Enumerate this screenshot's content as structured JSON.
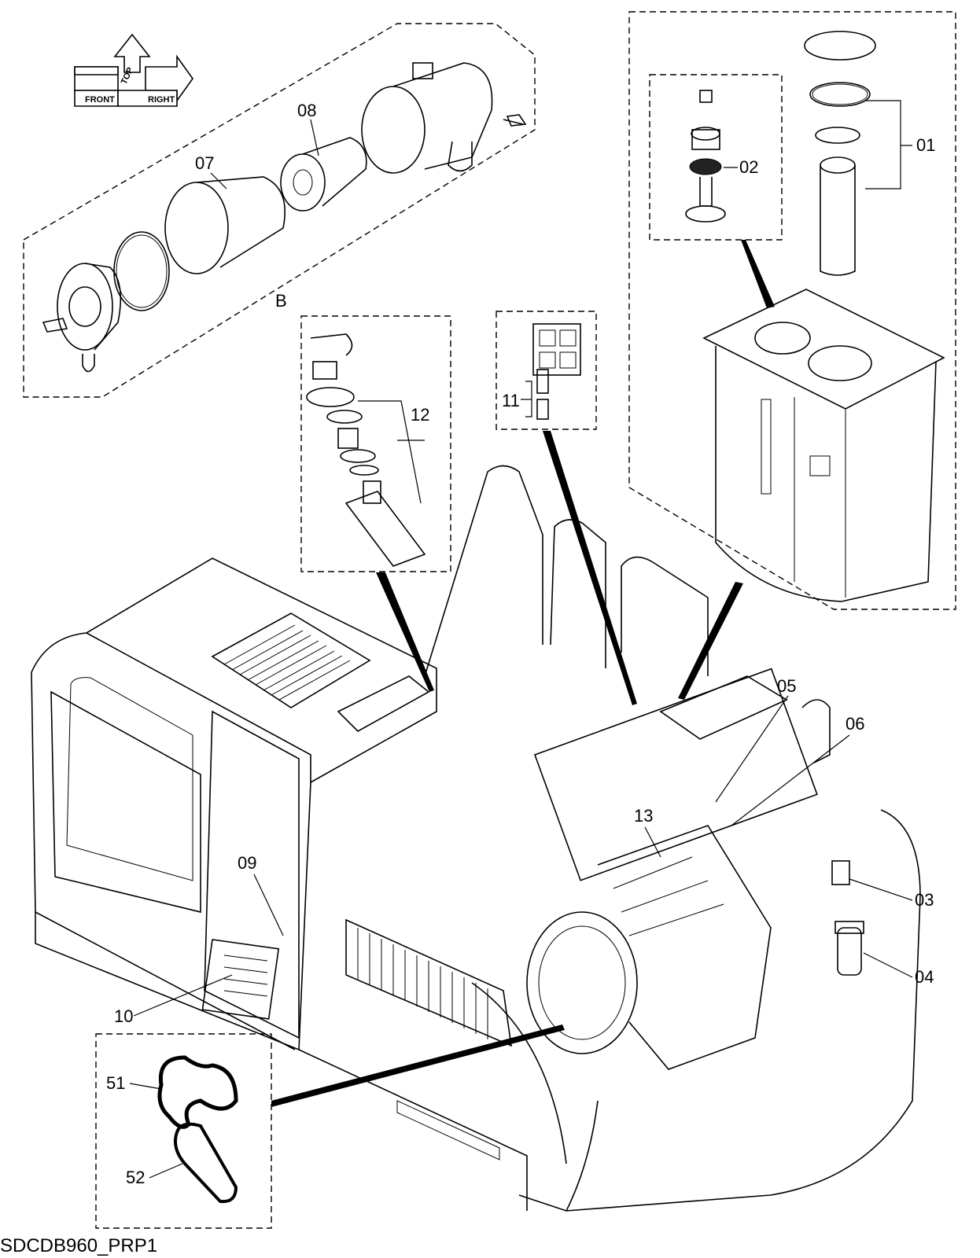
{
  "diagram_id": "SDCDB960_PRP1",
  "orientation_labels": {
    "front": "FRONT",
    "top": "TOP",
    "right": "RIGHT"
  },
  "callouts": {
    "c01": "01",
    "c02": "02",
    "c03": "03",
    "c04": "04",
    "c05": "05",
    "c06": "06",
    "c07": "07",
    "c08": "08",
    "c09": "09",
    "c10": "10",
    "c11": "11",
    "c12": "12",
    "c13": "13",
    "c51": "51",
    "c52": "52"
  },
  "view_label": "B"
}
